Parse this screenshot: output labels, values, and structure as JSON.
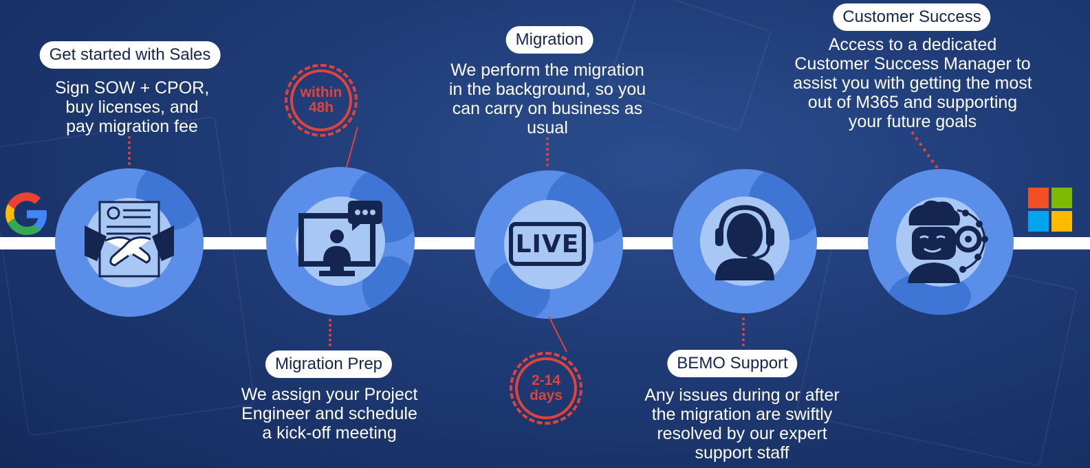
{
  "steps": [
    {
      "title": "Get started with Sales",
      "description": "Sign SOW + CPOR,\nbuy licenses, and\npay migration fee",
      "icon": "handshake-contract-icon"
    },
    {
      "title": "Migration Prep",
      "description": "We assign your Project\nEngineer and schedule\na kick-off meeting",
      "icon": "video-call-monitor-icon"
    },
    {
      "title": "Migration",
      "description": "We perform the migration\nin the background, so you\ncan carry on business as\nusual",
      "icon": "live-icon"
    },
    {
      "title": "BEMO Support",
      "description": "Any issues during or after\nthe migration are swiftly\nresolved by our expert\nsupport staff",
      "icon": "headset-support-icon"
    },
    {
      "title": "Customer Success",
      "description": "Access to a dedicated\nCustomer Success Manager to\nassist you with getting the most\nout of M365 and supporting\nyour future goals",
      "icon": "brain-gears-icon"
    }
  ],
  "badges": {
    "prep_time": "within\n48h",
    "migration_time": "2-14\ndays"
  },
  "logos": {
    "start": "google-logo",
    "end": "microsoft-logo"
  },
  "icon_text": {
    "live": "LIVE"
  },
  "colors": {
    "background": "#1f3b76",
    "accent_red": "#e0433c",
    "circle_blue": "#5a8ee8",
    "arc_blue": "#3f76d6",
    "inner_blue": "#a9c7f5",
    "icon_navy": "#14264f"
  }
}
